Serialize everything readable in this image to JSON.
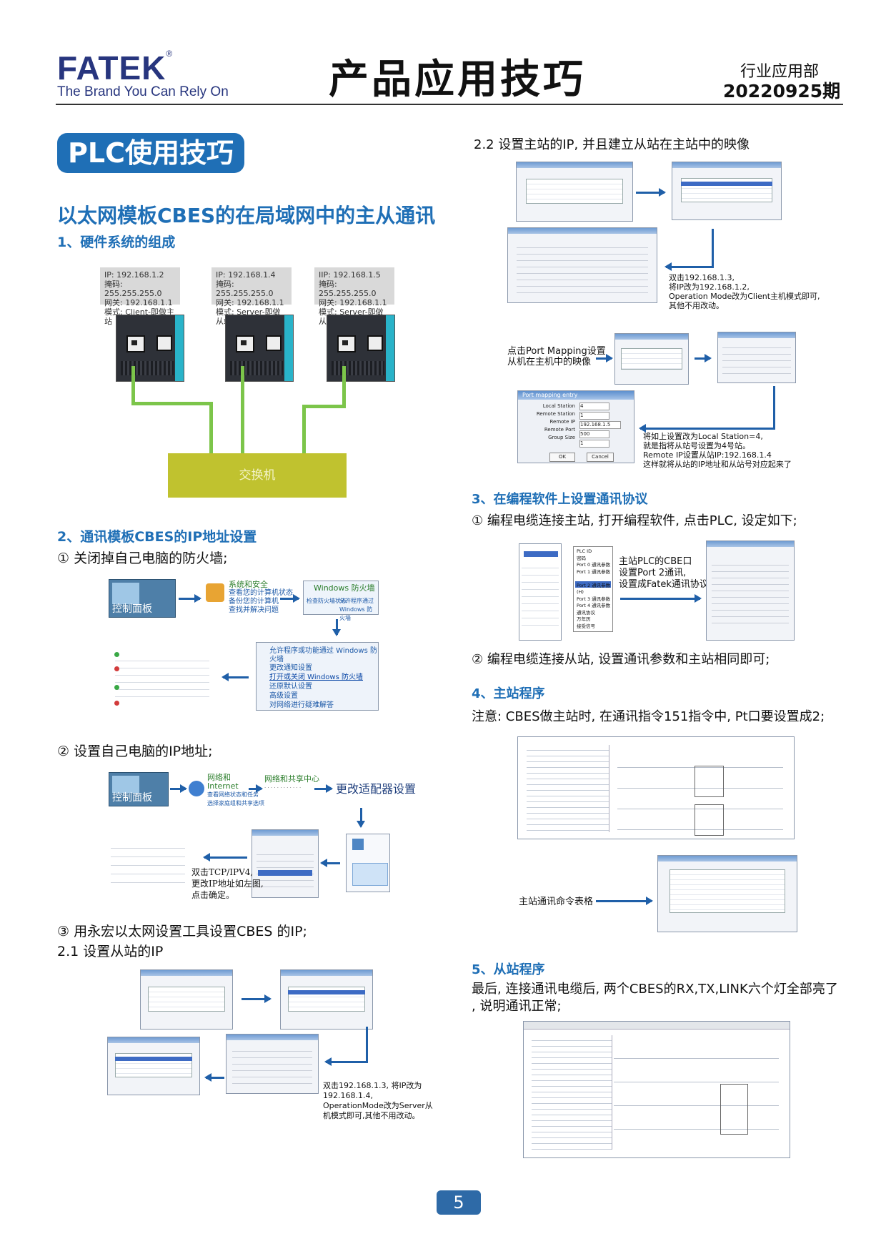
{
  "header": {
    "logo": "FATEK",
    "logo_mark": "®",
    "tagline": "The Brand You Can Rely On",
    "title": "产品应用技巧",
    "department": "行业应用部",
    "issue": "20220925期"
  },
  "section_badge": "PLC使用技巧",
  "article_title": "以太网模板CBES的在局域网中的主从通讯",
  "s1": {
    "heading": "1、硬件系统的组成",
    "nodes": [
      {
        "ip": "IP: 192.168.1.2",
        "mask": "掩码: 255.255.255.0",
        "gw": "网关: 192.168.1.1",
        "mode": "模式: Client-即做主站"
      },
      {
        "ip": "IP: 192.168.1.4",
        "mask": "掩码: 255.255.255.0",
        "gw": "网关: 192.168.1.1",
        "mode": "模式: Server-即做从站"
      },
      {
        "ip": "IIP: 192.168.1.5",
        "mask": "掩码: 255.255.255.0",
        "gw": "网关: 192.168.1.1",
        "mode": "模式: Server-即做从站"
      }
    ],
    "switch": "交换机"
  },
  "s2": {
    "heading": "2、通讯模板CBES的IP地址设置",
    "step1": "① 关闭掉自己电脑的防火墙;",
    "control_panel": "控制面板",
    "security_title": "系统和安全",
    "security_links": [
      "查看您的计算机状态",
      "备份您的计算机",
      "查找并解决问题"
    ],
    "firewall_title": "Windows 防火墙",
    "firewall_links": [
      "检查防火墙状态",
      "允许程序通过 Windows 防火墙"
    ],
    "firewall_menu": [
      "允许程序或功能通过 Windows 防火墙",
      "更改通知设置",
      "打开或关闭 Windows 防火墙",
      "还原默认设置",
      "高级设置",
      "对网络进行疑难解答"
    ],
    "step2": "② 设置自己电脑的IP地址;",
    "network_title": "网络和 Internet",
    "network_links": [
      "查看网络状态和任务",
      "选择家庭组和共享选项"
    ],
    "sharing_title": "网络和共享中心",
    "adapter_btn": "更改适配器设置",
    "tcp_note": "双击TCP/IPV4,\n更改IP地址如左图,\n点击确定。",
    "step3": "③ 用永宏以太网设置工具设置CBES 的IP;",
    "step3_1": "2.1 设置从站的IP",
    "slave_note": "双击192.168.1.3, 将IP改为192.168.1.4, OperationMode改为Server从机模式即可,其他不用改动。"
  },
  "s22": {
    "heading": "2.2 设置主站的IP, 并且建立从站在主站中的映像",
    "note1": "双击192.168.1.3,\n将IP改为192.168.1.2,\nOperation Mode改为Client主机模式即可,\n其他不用改动。",
    "note2": "点击Port Mapping设置\n从机在主机中的映像",
    "dialog_title": "Port mapping entry",
    "fields": [
      {
        "label": "Local Station",
        "value": "4"
      },
      {
        "label": "Remote Station",
        "value": "1"
      },
      {
        "label": "Remote IP",
        "value": "192.168.1.5"
      },
      {
        "label": "Remote Port",
        "value": "500"
      },
      {
        "label": "Group Size",
        "value": "1"
      }
    ],
    "ok": "OK",
    "cancel": "Cancel",
    "note3": "将如上设置改为Local Station=4,\n就是指将从站号设置为4号站。\nRemote IP设置从站IP:192.168.1.4\n这样就将从站的IP地址和从站号对应起来了"
  },
  "s3": {
    "heading": "3、在编程软件上设置通讯协议",
    "step1": "① 编程电缆连接主站, 打开编程软件, 点击PLC, 设定如下;",
    "menu_items": [
      "PLC ID",
      "密码",
      "Port 0 通讯参数",
      "Port 1 通讯参数",
      "Port 2 通讯参数",
      "Port 2 通讯参数(H)",
      "Port 3 通讯参数",
      "Port 4 通讯参数",
      "通讯协议",
      "万年历",
      "接受信号"
    ],
    "note": "主站PLC的CBE口\n设置Port 2通讯,\n设置成Fatek通讯协议。",
    "step2": "② 编程电缆连接从站, 设置通讯参数和主站相同即可;"
  },
  "s4": {
    "heading": "4、主站程序",
    "note": "注意: CBES做主站时, 在通讯指令151指令中, Pt口要设置成2;",
    "table_label": "主站通讯命令表格"
  },
  "s5": {
    "heading": "5、从站程序",
    "text": "最后, 连接通讯电缆后, 两个CBES的RX,TX,LINK六个灯全部亮了\n, 说明通讯正常;"
  },
  "page_number": "5"
}
